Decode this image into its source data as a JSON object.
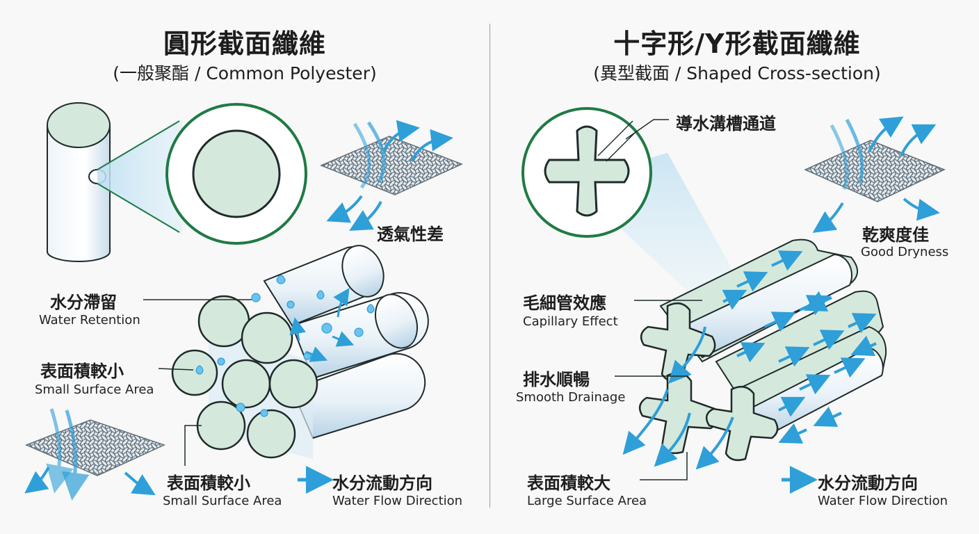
{
  "colors": {
    "fiber_fill": "#d4e9dc",
    "fiber_stroke": "#1f2a2a",
    "green_ring": "#1f7a44",
    "water_blue": "#2e9fd8",
    "light_blue": "#cbe6f6"
  },
  "left": {
    "title": "圓形截面纖維",
    "subtitle": "(一般聚酯 / Common Polyester)",
    "breathability_zh": "透氣性差",
    "retention_zh": "水分滯留",
    "retention_en": "Water Retention",
    "surface1_zh": "表面積較小",
    "surface1_en": "Small Surface Area",
    "surface2_zh": "表面積較小",
    "surface2_en": "Small Surface Area",
    "flow_zh": "水分流動方向",
    "flow_en": "Water Flow Direction"
  },
  "right": {
    "title": "十字形/Y形截面纖維",
    "subtitle": "(異型截面 / Shaped Cross-section)",
    "channel_zh": "導水溝槽通道",
    "dryness_zh": "乾爽度佳",
    "dryness_en": "Good Dryness",
    "capillary_zh": "毛細管效應",
    "capillary_en": "Capillary Effect",
    "drainage_zh": "排水順暢",
    "drainage_en": "Smooth Drainage",
    "surface_zh": "表面積較大",
    "surface_en": "Large Surface Area",
    "flow_zh": "水分流動方向",
    "flow_en": "Water Flow Direction"
  }
}
